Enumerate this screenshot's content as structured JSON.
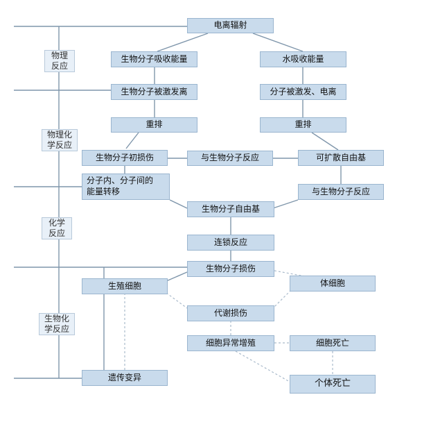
{
  "colors": {
    "box_fill": "#c9dbec",
    "box_border": "#9ab5cf",
    "line": "#7f96ab",
    "side_fill": "#e8f0f8"
  },
  "stages": {
    "physical": "物理\n反应",
    "physchem": "物理化\n学反应",
    "chemical": "化学\n反应",
    "biochem": "生物化\n学反应"
  },
  "nodes": {
    "radiation": "电离辐射",
    "bio_absorb": "生物分子吸收能量",
    "water_absorb": "水吸收能量",
    "bio_excite": "生物分子被激发离",
    "mol_excite": "分子被激发、电离",
    "rearr_left": "重排",
    "rearr_right": "重排",
    "bio_initial": "生物分子初损伤",
    "react_mid": "与生物分子反应",
    "diffusible": "可扩散自由基",
    "energy_transfer": "分子内、分子间的\n能量转移",
    "react_right": "与生物分子反应",
    "bio_radical": "生物分子自由基",
    "chain": "连锁反应",
    "bio_damage": "生物分子损伤",
    "germ_cell": "生殖细胞",
    "somatic_cell": "体细胞",
    "metabolic": "代谢损伤",
    "proliferation": "细胞异常增殖",
    "cell_death": "细胞死亡",
    "genetic": "遗传变异",
    "individual_death": "个体死亡"
  }
}
